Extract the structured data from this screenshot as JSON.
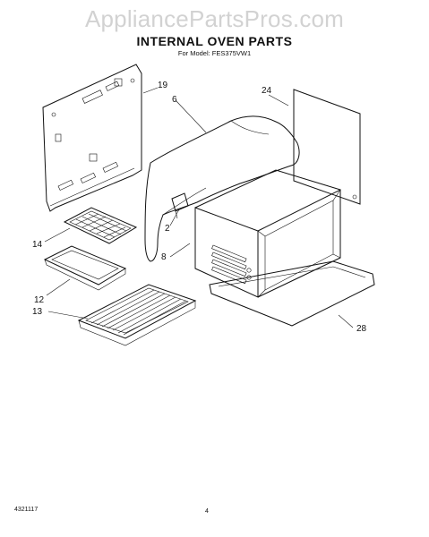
{
  "watermark": "AppliancePartsPros.com",
  "title": "INTERNAL OVEN PARTS",
  "subtitle": "For Model: FES375VW1",
  "callouts": [
    {
      "id": "19",
      "text": "19"
    },
    {
      "id": "6",
      "text": "6"
    },
    {
      "id": "24",
      "text": "24"
    },
    {
      "id": "2",
      "text": "2"
    },
    {
      "id": "8",
      "text": "8"
    },
    {
      "id": "14",
      "text": "14"
    },
    {
      "id": "12",
      "text": "12"
    },
    {
      "id": "13",
      "text": "13"
    },
    {
      "id": "28",
      "text": "28"
    }
  ],
  "footer": {
    "doc_number": "4321117",
    "page_number": "4"
  }
}
